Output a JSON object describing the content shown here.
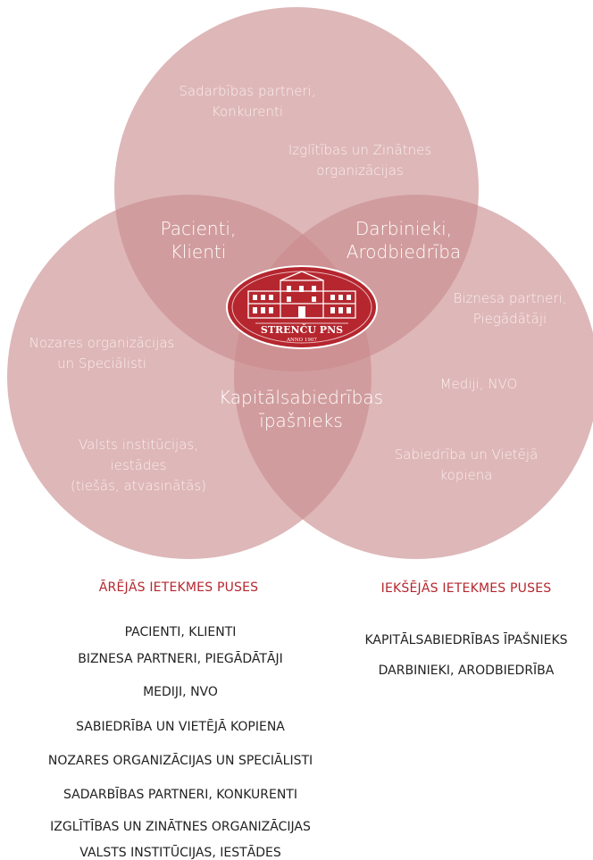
{
  "diagram": {
    "top_circle": {
      "labels": [
        "Sadarbības partneri,",
        "Konkurenti"
      ],
      "labels2": [
        "Izglītības un Zinātnes",
        "organizācijas"
      ]
    },
    "left_circle": {
      "labels": [
        "Nozares organizācijas",
        "un Speciālisti"
      ],
      "labels2": [
        "Valsts institūcijas,",
        "iestādes",
        "(tiešās, atvasinātās)"
      ]
    },
    "right_circle": {
      "labels": [
        "Biznesa partneri,",
        "Piegādātāji"
      ],
      "labels2": [
        "Mediji, NVO"
      ],
      "labels3": [
        "Sabiedrība un Vietējā",
        "kopiena"
      ]
    },
    "overlap_top_left": [
      "Pacienti,",
      "Klienti"
    ],
    "overlap_top_right": [
      "Darbinieki,",
      "Arodbiedrība"
    ],
    "overlap_bottom": [
      "Kapitālsabiedrības",
      "īpašnieks"
    ],
    "logo": {
      "name": "STRENČU PNS",
      "sub": "ANNO 1907"
    },
    "colors": {
      "circle": "#c98a8d",
      "logo": "#b5262e"
    }
  },
  "lists": {
    "external": {
      "title": "ĀRĒJĀS IETEKMES PUSES",
      "items": [
        "PACIENTI, KLIENTI",
        "BIZNESA PARTNERI, PIEGĀDĀTĀJI",
        "MEDIJI, NVO",
        "SABIEDRĪBA UN VIETĒJĀ KOPIENA",
        "NOZARES ORGANIZĀCIJAS UN SPECIĀLISTI",
        "SADARBĪBAS PARTNERI, KONKURENTI",
        "IZGLĪTĪBAS UN ZINĀTNES ORGANIZĀCIJAS",
        "VALSTS INSTITŪCIJAS, IESTĀDES"
      ]
    },
    "internal": {
      "title": "IEKŠĒJĀS IETEKMES PUSES",
      "items": [
        "KAPITĀLSABIEDRĪBAS ĪPAŠNIEKS",
        "DARBINIEKI, ARODBIEDRĪBA"
      ]
    }
  }
}
